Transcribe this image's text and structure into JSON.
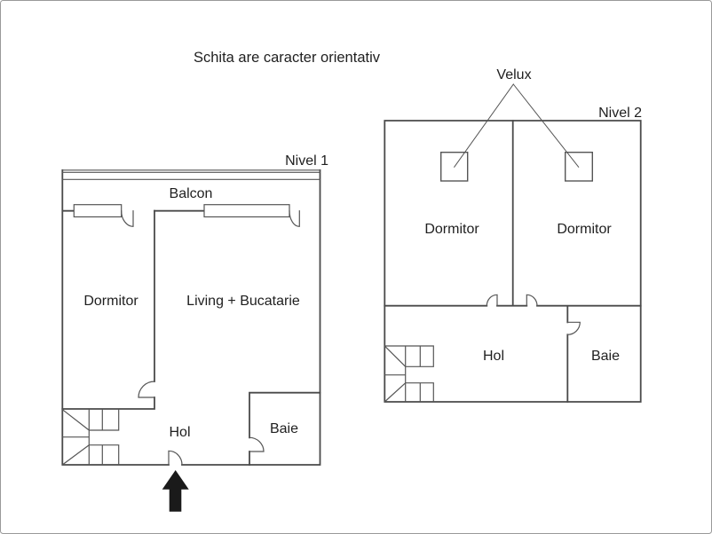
{
  "title": "Schita are caracter orientativ",
  "level1": {
    "label": "Nivel 1",
    "rooms": {
      "balcony": "Balcon",
      "bedroom": "Dormitor",
      "living": "Living + Bucatarie",
      "hall": "Hol",
      "bath": "Baie"
    }
  },
  "level2": {
    "label": "Nivel 2",
    "skylight_label": "Velux",
    "rooms": {
      "bedroom_left": "Dormitor",
      "bedroom_right": "Dormitor",
      "hall": "Hol",
      "bath": "Baie"
    }
  },
  "colors": {
    "background": "#ffffff",
    "frame_border": "#999999",
    "wall": "#4a4a4a",
    "detail": "#555555",
    "text": "#1f1f1f",
    "arrow": "#1a1a1a"
  }
}
